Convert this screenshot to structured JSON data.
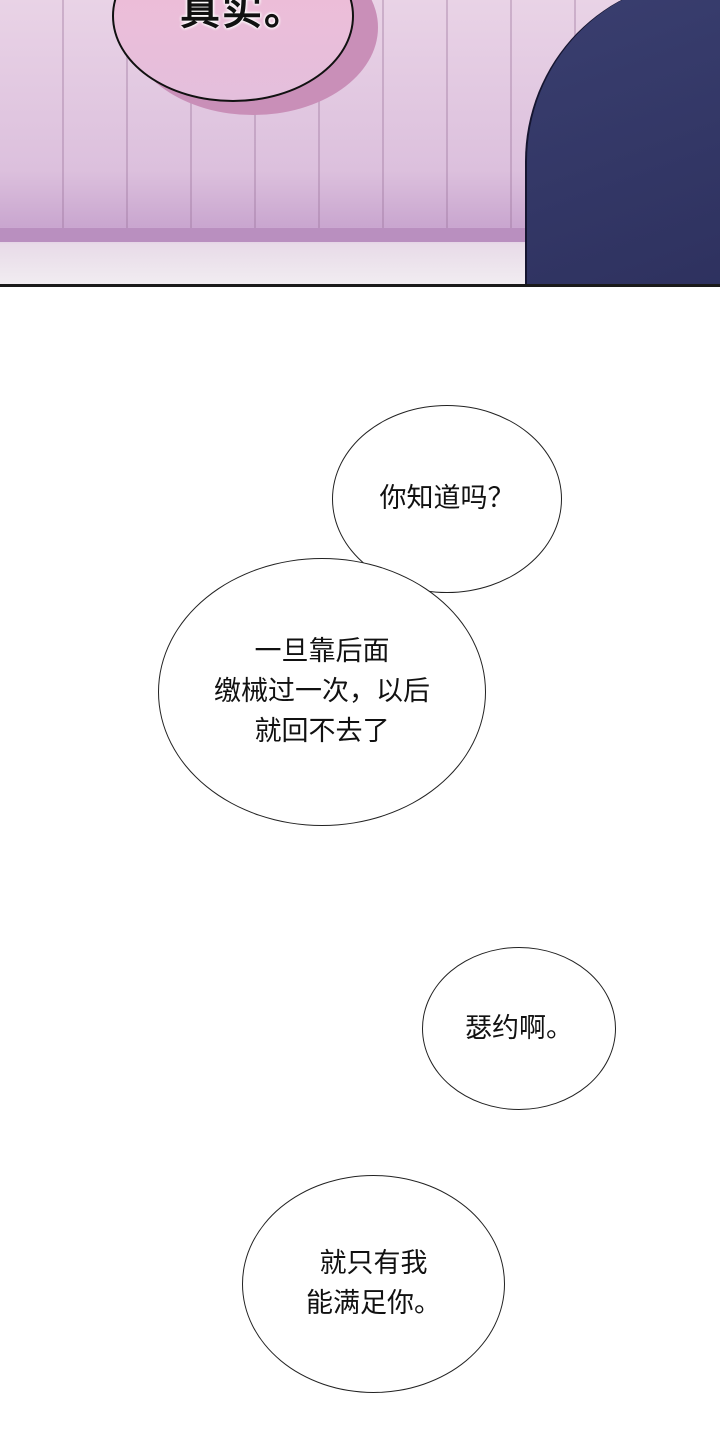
{
  "panel": {
    "top_bubble_text": "真实。",
    "colors": {
      "wall": "#dcc0dd",
      "figure": "#2c2f5c",
      "bubble": "#f2bcd6"
    }
  },
  "bubbles": [
    {
      "text": "你知道吗？"
    },
    {
      "text": "一旦靠后面\n缴械过一次，以后\n就回不去了"
    },
    {
      "text": "瑟约啊。"
    },
    {
      "text": "就只有我\n能满足你。"
    }
  ]
}
